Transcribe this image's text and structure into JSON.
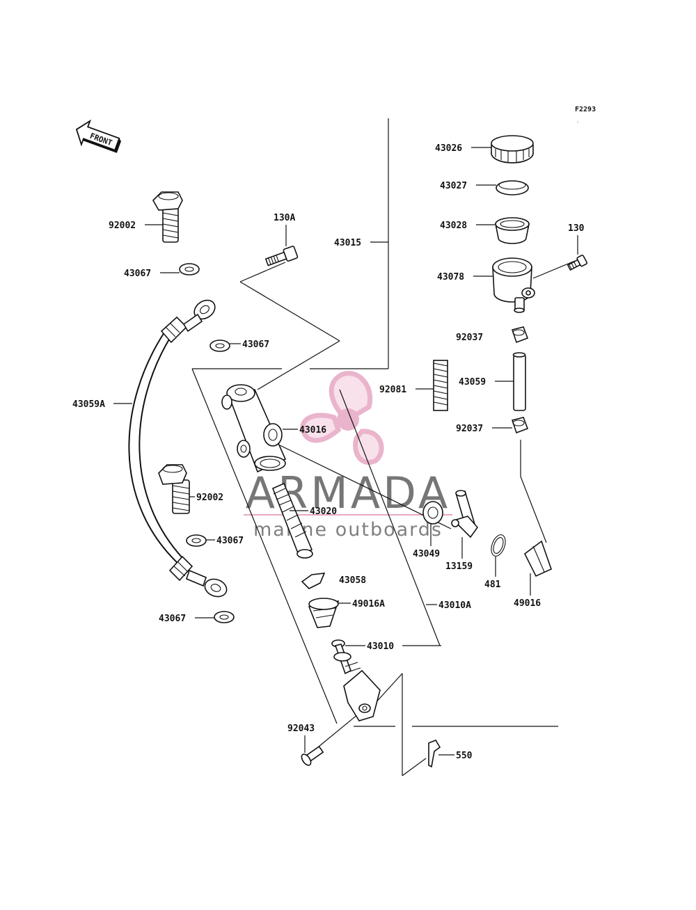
{
  "diagram": {
    "figure_id": "F2293",
    "front_label": "FRONT",
    "parts": {
      "p43026": "43026",
      "p43027": "43027",
      "p43028": "43028",
      "p43078": "43078",
      "p130": "130",
      "p130A": "130A",
      "p43015": "43015",
      "p92002_top": "92002",
      "p92002_mid": "92002",
      "p43067_a": "43067",
      "p43067_b": "43067",
      "p43067_c": "43067",
      "p43067_d": "43067",
      "p43059A": "43059A",
      "p92037_top": "92037",
      "p92037_bot": "92037",
      "p43059": "43059",
      "p92081": "92081",
      "p43016": "43016",
      "p43020": "43020",
      "p43049": "43049",
      "p13159": "13159",
      "p481": "481",
      "p49016": "49016",
      "p43058": "43058",
      "p49016A": "49016A",
      "p43010A": "43010A",
      "p43010": "43010",
      "p92043": "92043",
      "p550": "550"
    }
  },
  "watermark": {
    "brand": "ARMADA",
    "tagline": "marine outboards",
    "logo_color": "#e6a8c4"
  }
}
